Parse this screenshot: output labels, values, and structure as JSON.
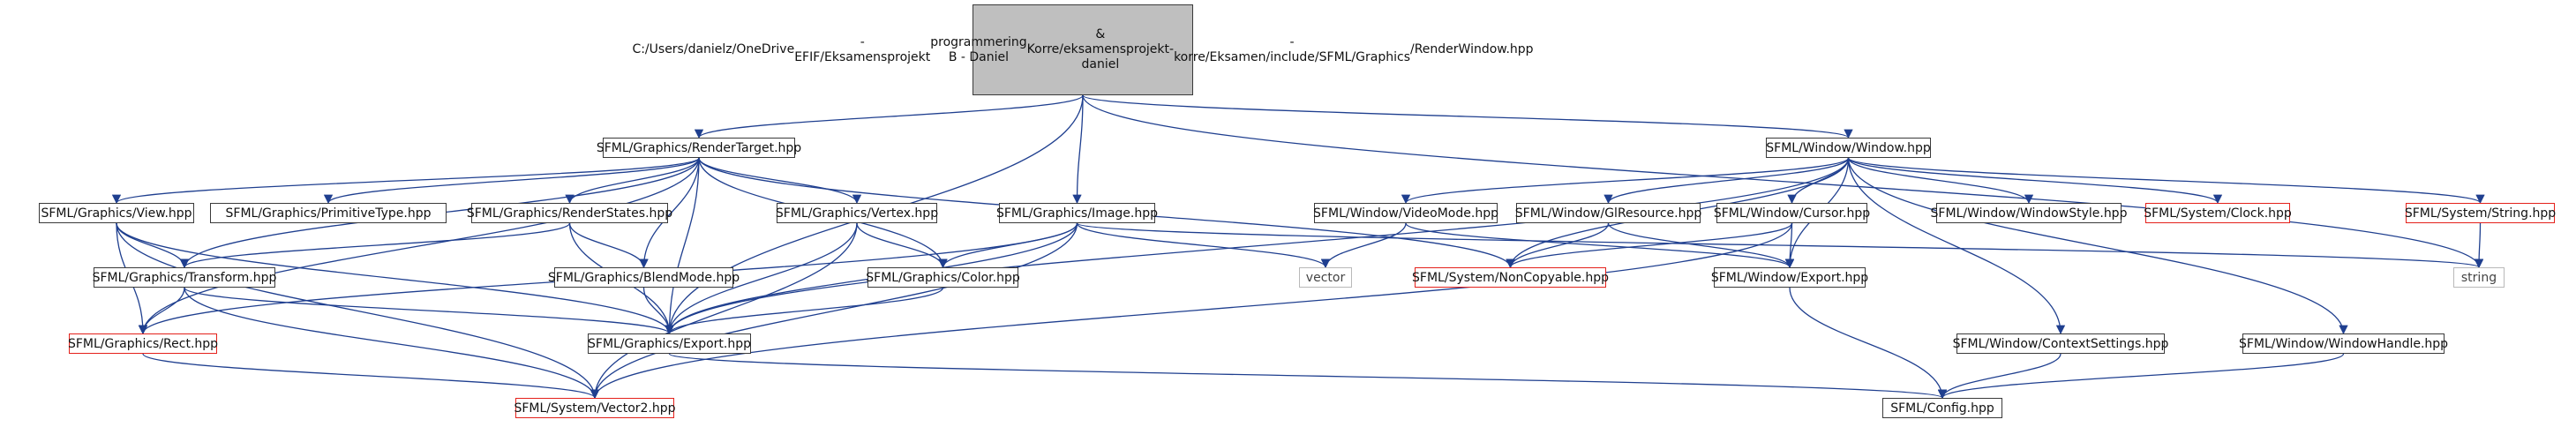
{
  "root": {
    "lines": [
      "C:/Users/danielz/OneDrive",
      " - EFIF/Eksamensprojekt",
      " programmering B - Daniel",
      " & Korre/eksamensprojekt-daniel",
      "-korre/Eksamen/include/SFML/Graphics",
      "/RenderWindow.hpp"
    ]
  },
  "nodes": {
    "render_target": "SFML/Graphics/RenderTarget.hpp",
    "window": "SFML/Window/Window.hpp",
    "view": "SFML/Graphics/View.hpp",
    "primitive_type": "SFML/Graphics/PrimitiveType.hpp",
    "render_states": "SFML/Graphics/RenderStates.hpp",
    "vertex": "SFML/Graphics/Vertex.hpp",
    "image": "SFML/Graphics/Image.hpp",
    "video_mode": "SFML/Window/VideoMode.hpp",
    "gl_resource": "SFML/Window/GlResource.hpp",
    "cursor": "SFML/Window/Cursor.hpp",
    "window_style": "SFML/Window/WindowStyle.hpp",
    "clock": "SFML/System/Clock.hpp",
    "string_hpp": "SFML/System/String.hpp",
    "transform": "SFML/Graphics/Transform.hpp",
    "blend_mode": "SFML/Graphics/BlendMode.hpp",
    "color": "SFML/Graphics/Color.hpp",
    "vector": "vector",
    "noncopyable": "SFML/System/NonCopyable.hpp",
    "window_export": "SFML/Window/Export.hpp",
    "string": "string",
    "rect": "SFML/Graphics/Rect.hpp",
    "graphics_export": "SFML/Graphics/Export.hpp",
    "context_settings": "SFML/Window/ContextSettings.hpp",
    "window_handle": "SFML/Window/WindowHandle.hpp",
    "vector2": "SFML/System/Vector2.hpp",
    "config": "SFML/Config.hpp"
  },
  "edges": [
    [
      "root",
      "render_target"
    ],
    [
      "root",
      "graphics_export"
    ],
    [
      "root",
      "image"
    ],
    [
      "root",
      "window"
    ],
    [
      "root",
      "string"
    ],
    [
      "render_target",
      "view"
    ],
    [
      "render_target",
      "primitive_type"
    ],
    [
      "render_target",
      "render_states"
    ],
    [
      "render_target",
      "vertex"
    ],
    [
      "render_target",
      "color"
    ],
    [
      "render_target",
      "blend_mode"
    ],
    [
      "render_target",
      "transform"
    ],
    [
      "render_target",
      "rect"
    ],
    [
      "render_target",
      "graphics_export"
    ],
    [
      "render_target",
      "noncopyable"
    ],
    [
      "view",
      "transform"
    ],
    [
      "view",
      "rect"
    ],
    [
      "view",
      "vector2"
    ],
    [
      "view",
      "graphics_export"
    ],
    [
      "render_states",
      "blend_mode"
    ],
    [
      "render_states",
      "transform"
    ],
    [
      "render_states",
      "graphics_export"
    ],
    [
      "vertex",
      "color"
    ],
    [
      "vertex",
      "vector2"
    ],
    [
      "vertex",
      "graphics_export"
    ],
    [
      "image",
      "color"
    ],
    [
      "image",
      "rect"
    ],
    [
      "image",
      "vector"
    ],
    [
      "image",
      "string"
    ],
    [
      "image",
      "graphics_export"
    ],
    [
      "image",
      "vector2"
    ],
    [
      "transform",
      "rect"
    ],
    [
      "transform",
      "vector2"
    ],
    [
      "transform",
      "graphics_export"
    ],
    [
      "blend_mode",
      "graphics_export"
    ],
    [
      "color",
      "graphics_export"
    ],
    [
      "rect",
      "vector2"
    ],
    [
      "graphics_export",
      "config"
    ],
    [
      "window",
      "video_mode"
    ],
    [
      "window",
      "gl_resource"
    ],
    [
      "window",
      "cursor"
    ],
    [
      "window",
      "window_style"
    ],
    [
      "window",
      "clock"
    ],
    [
      "window",
      "string_hpp"
    ],
    [
      "window",
      "noncopyable"
    ],
    [
      "window",
      "window_export"
    ],
    [
      "window",
      "context_settings"
    ],
    [
      "window",
      "window_handle"
    ],
    [
      "window",
      "graphics_export"
    ],
    [
      "video_mode",
      "vector"
    ],
    [
      "video_mode",
      "window_export"
    ],
    [
      "gl_resource",
      "noncopyable"
    ],
    [
      "gl_resource",
      "window_export"
    ],
    [
      "cursor",
      "noncopyable"
    ],
    [
      "cursor",
      "window_export"
    ],
    [
      "cursor",
      "vector2"
    ],
    [
      "string_hpp",
      "string"
    ],
    [
      "window_export",
      "config"
    ],
    [
      "context_settings",
      "config"
    ],
    [
      "window_handle",
      "config"
    ]
  ],
  "styles": {
    "red_nodes": [
      "clock",
      "string_hpp",
      "noncopyable",
      "rect",
      "vector2"
    ],
    "grey_nodes": [
      "vector",
      "string"
    ],
    "edge_color": "#1f3f8f",
    "root_fill": "#bfbfbf",
    "red_border": "#e4211b"
  }
}
